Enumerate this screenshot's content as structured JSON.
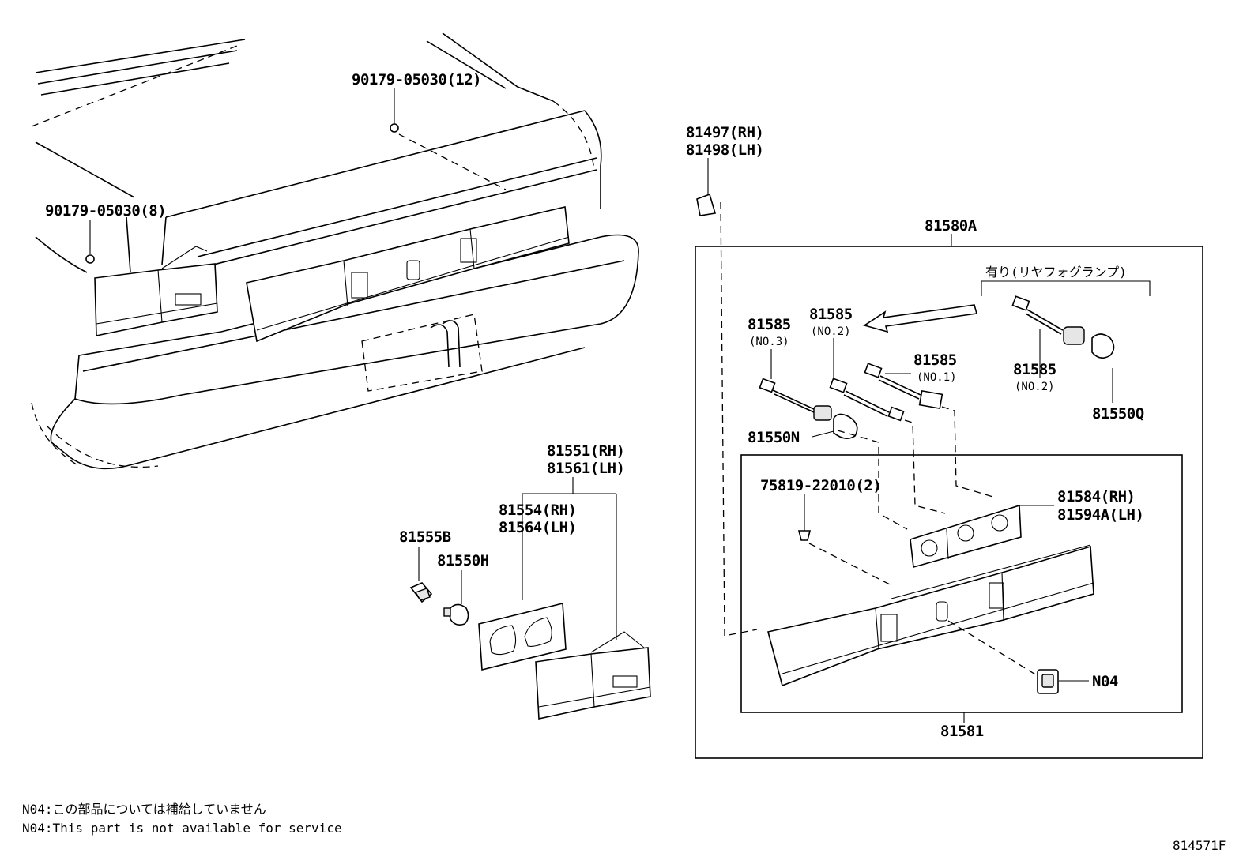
{
  "labels": {
    "bolt_rear_panel": "90179-05030(12)",
    "bolt_left_side": "90179-05030(8)",
    "bracket_rh": "81497(RH)",
    "bracket_lh": "81498(LH)",
    "assembly": "81580A",
    "fog_lamp_note": "有り(リヤフォグランプ)",
    "socket_no3": "81585",
    "socket_no3_sub": "(NO.3)",
    "socket_no2": "81585",
    "socket_no2_sub": "(NO.2)",
    "socket_no1": "81585",
    "socket_no1_sub": "(NO.1)",
    "socket_fog": "81585",
    "socket_fog_sub": "(NO.2)",
    "bulb_fog": "81550Q",
    "bulb_n": "81550N",
    "screw": "75819-22010(2)",
    "reflector_rh": "81584(RH)",
    "reflector_lh": "81594A(LH)",
    "emblem": "N04",
    "lamp_assembly": "81581",
    "tail_lamp_rh": "81551(RH)",
    "tail_lamp_lh": "81561(LH)",
    "gasket_rh": "81554(RH)",
    "gasket_lh": "81564(LH)",
    "socket_b": "81555B",
    "bulb_h": "81550H"
  },
  "notes": {
    "line_jp": "N04:この部品については補給していません",
    "line_en": "N04:This part is not available for service"
  },
  "figure_code": "814571F"
}
